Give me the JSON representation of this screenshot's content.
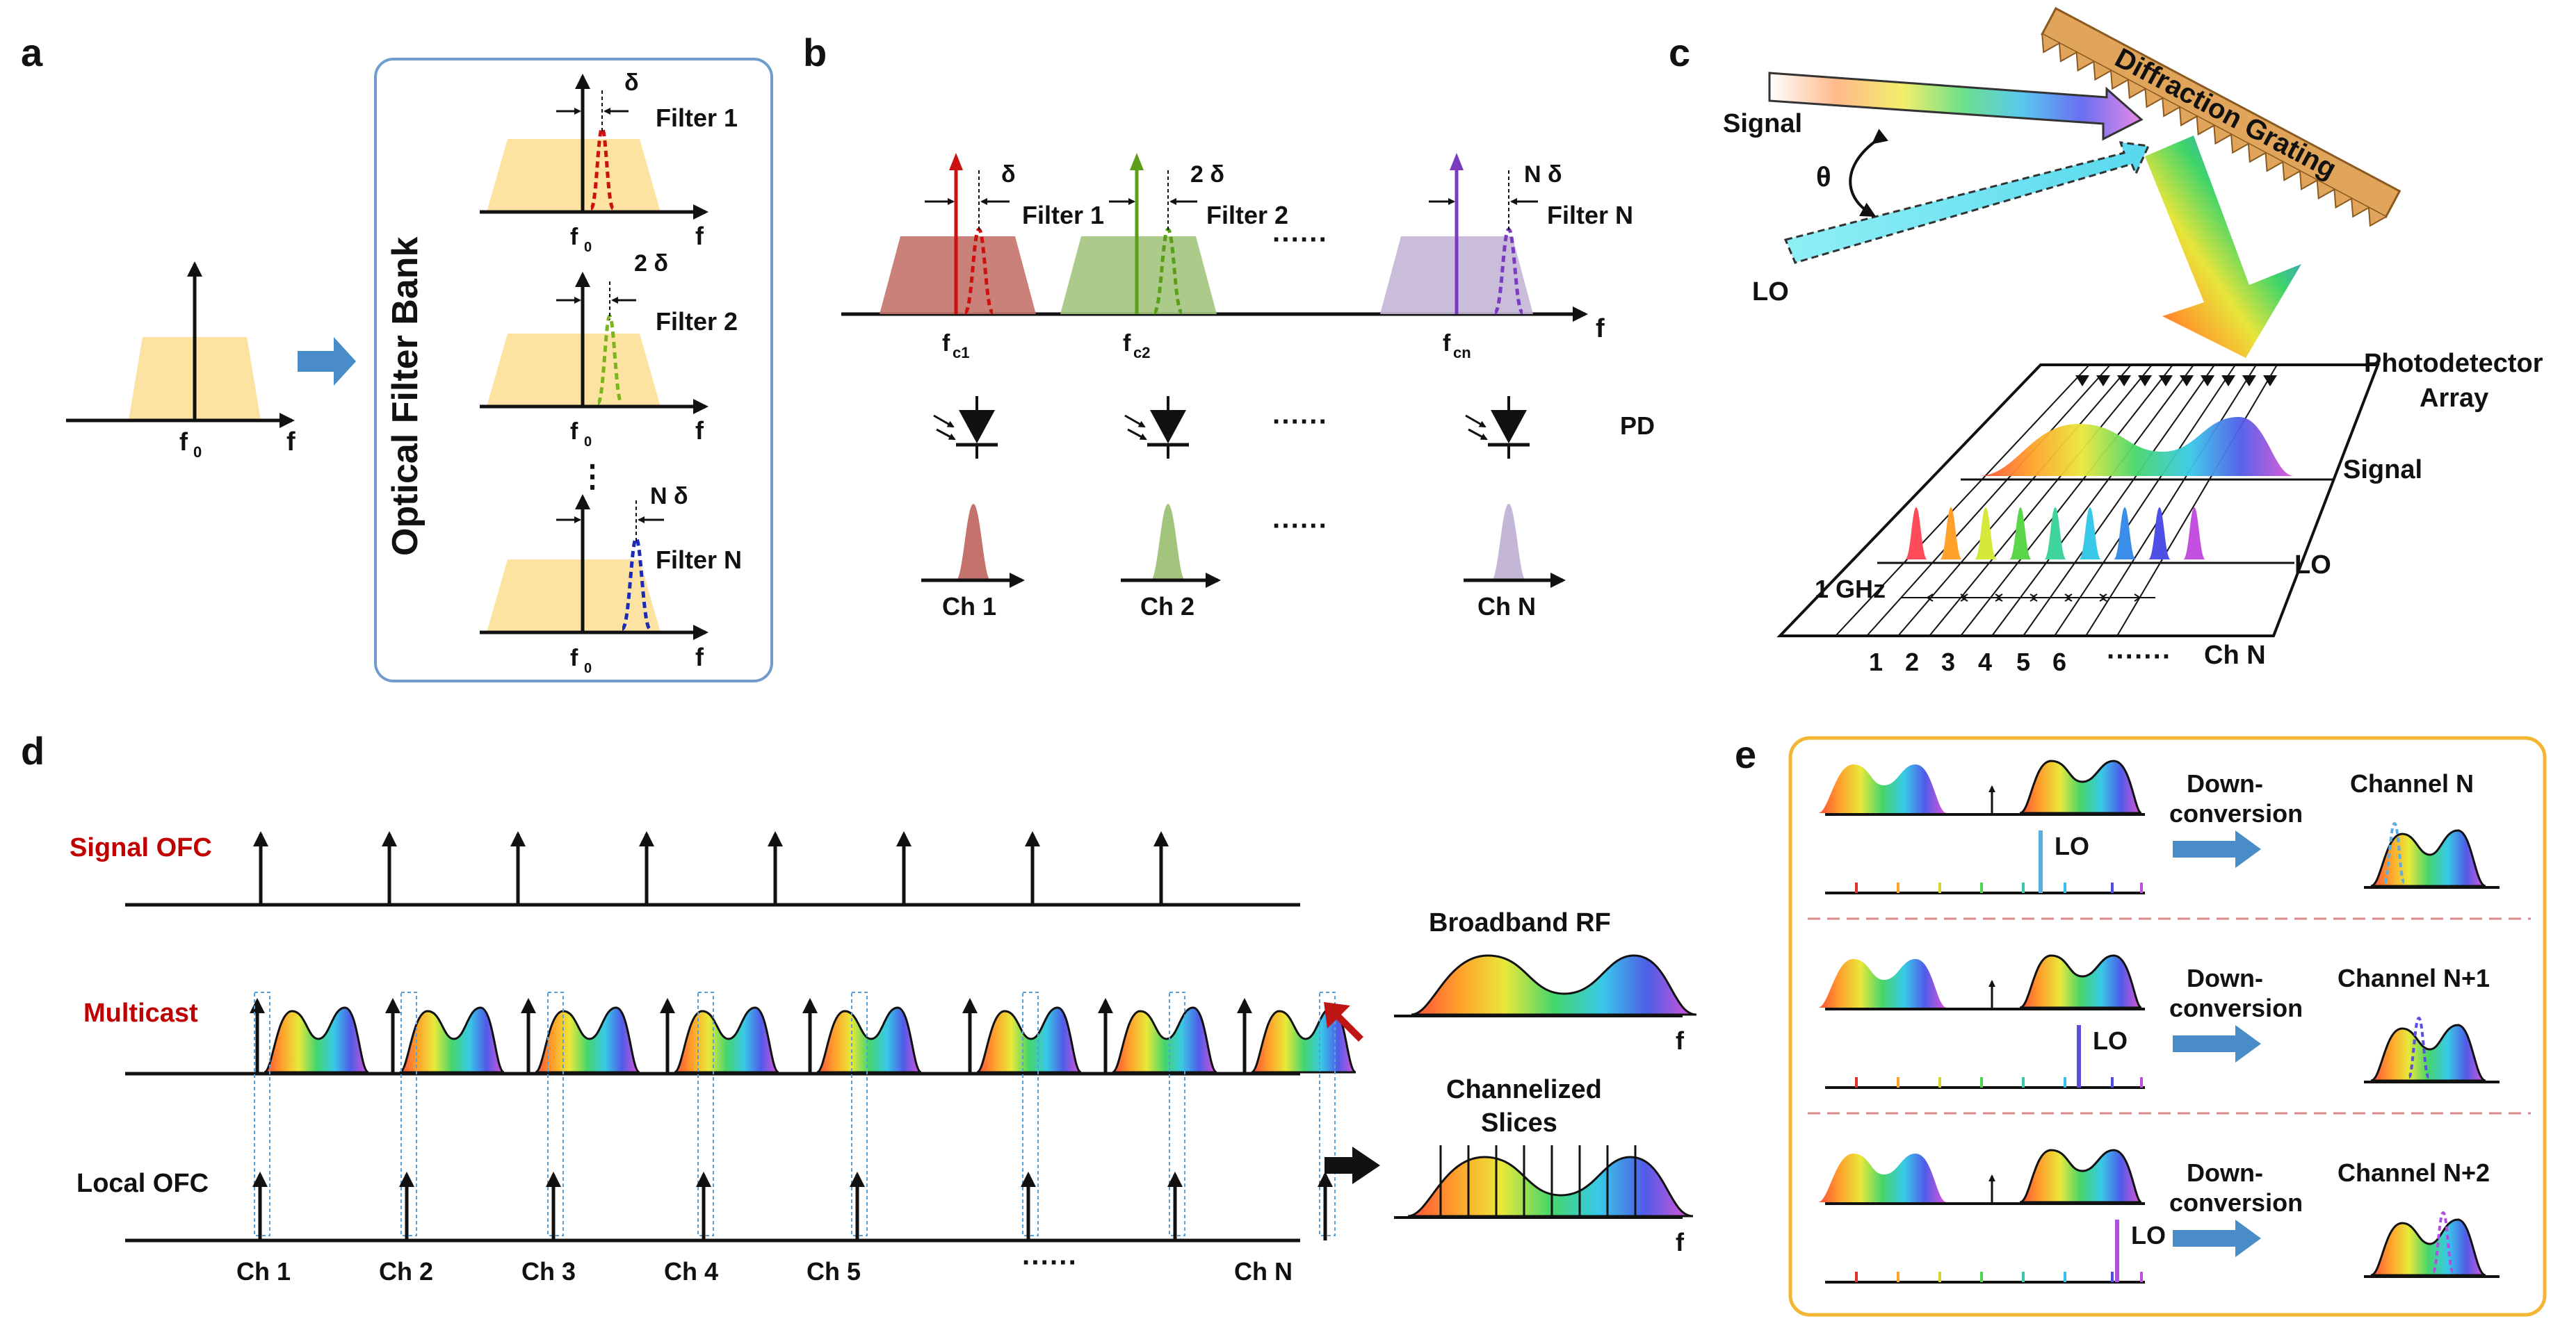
{
  "panels": {
    "a": {
      "letter": "a",
      "input_label": "f",
      "input_sub": "0",
      "axis_label": "f",
      "bank_title": "Optical  Filter Bank",
      "filters": [
        {
          "name": "Filter 1",
          "offset": "δ",
          "color": "#cc1111"
        },
        {
          "name": "Filter 2",
          "offset": "2 δ",
          "color": "#7ab51d"
        },
        {
          "name": "Filter N",
          "offset": "N δ",
          "color": "#1a2bb8"
        }
      ],
      "dots": "⋮"
    },
    "b": {
      "letter": "b",
      "axis_label": "f",
      "channels": [
        {
          "filter": "Filter 1",
          "offset": "δ",
          "center": "f",
          "center_sub": "c1",
          "out": "Ch 1",
          "fill": "#c4736c",
          "line": "#cc1111"
        },
        {
          "filter": "Filter 2",
          "offset": "2 δ",
          "center": "f",
          "center_sub": "c2",
          "out": "Ch 2",
          "fill": "#a3c47d",
          "line": "#5a9e1a"
        },
        {
          "filter": "Filter N",
          "offset": "N δ",
          "center": "f",
          "center_sub": "cn",
          "out": "Ch N",
          "fill": "#c3b6d6",
          "line": "#7a3bc0"
        }
      ],
      "pd_label": "PD",
      "dots": "······"
    },
    "c": {
      "letter": "c",
      "grating": "Diffraction Grating",
      "signal": "Signal",
      "lo": "LO",
      "theta": "θ",
      "pd_array": [
        "Photodetector",
        "Array"
      ],
      "signal_row": "Signal",
      "lo_row": "LO",
      "spacing": "1 GHz",
      "channel_numbers": [
        "1",
        "2",
        "3",
        "4",
        "5",
        "6"
      ],
      "dots": "·······",
      "last_channel": "Ch N"
    },
    "d": {
      "letter": "d",
      "rows": [
        "Signal OFC",
        "Multicast",
        "Local OFC"
      ],
      "row_color": "#c00000",
      "channels": [
        "Ch 1",
        "Ch 2",
        "Ch 3",
        "Ch 4",
        "Ch 5",
        "······",
        "Ch N"
      ],
      "broadband": "Broadband RF",
      "channelized": [
        "Channelized",
        "Slices"
      ],
      "axis_label": "f"
    },
    "e": {
      "letter": "e",
      "rows": [
        {
          "lo": "LO",
          "conv1": "Down-",
          "conv2": "conversion",
          "channel": "Channel N",
          "lo_color": "#5aaee0"
        },
        {
          "lo": "LO",
          "conv1": "Down-",
          "conv2": "conversion",
          "channel": "Channel N+1",
          "lo_color": "#5b4fe0"
        },
        {
          "lo": "LO",
          "conv1": "Down-",
          "conv2": "conversion",
          "channel": "Channel N+2",
          "lo_color": "#b14fe0"
        }
      ],
      "border_color": "#f2b632"
    },
    "colors": {
      "rect_fill": "#fde3a1",
      "box_border": "#6f9ccc",
      "arrow_blue": "#4a8cc8",
      "dash_red": "#d98a8a"
    }
  }
}
